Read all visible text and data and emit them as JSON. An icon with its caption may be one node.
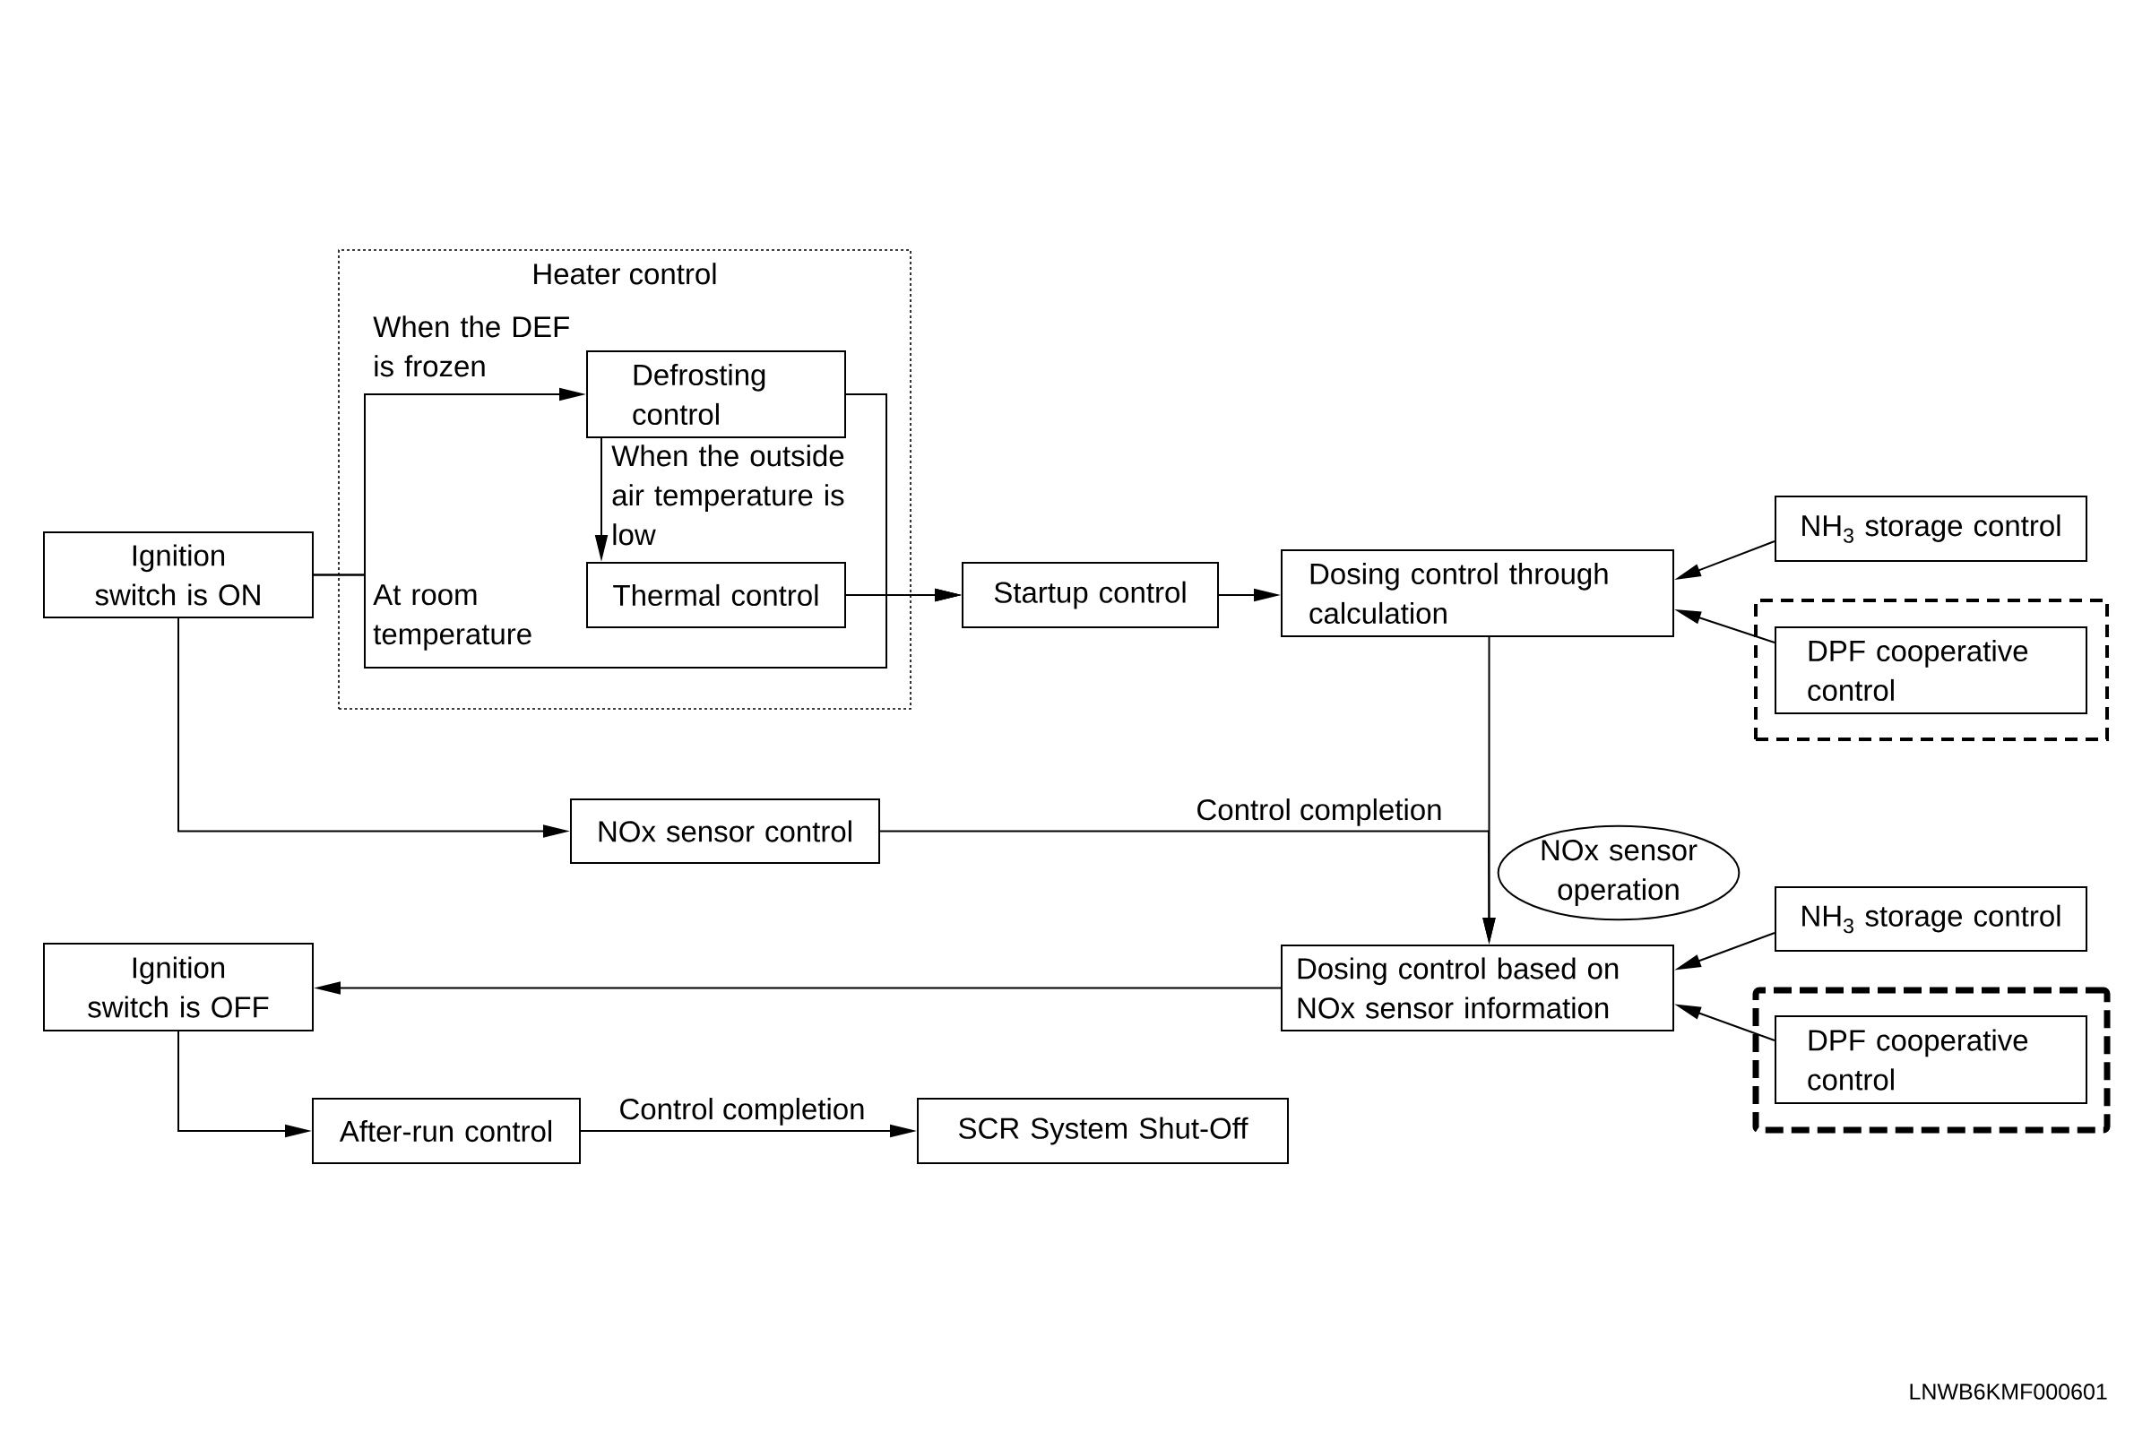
{
  "diagram": {
    "nodes": [
      {
        "text": [
          "Heater control"
        ]
      },
      {
        "text": [
          "Defrosting control"
        ],
        "in": 0
      },
      {
        "text": [
          "Thermal control"
        ],
        "in": 0
      },
      {
        "text": [
          "Ignition switch is ON"
        ]
      },
      {
        "text": [
          "Startup control"
        ]
      },
      {
        "text": [
          "Dosing control through calculation"
        ]
      },
      {
        "text": [
          "NH$_{3}$ storage control"
        ]
      },
      {
        "text": [],
        "shape": "box"
      },
      {
        "text": [
          "DPF cooperative control"
        ],
        "in": 7
      },
      {
        "text": [
          "NOx sensor control"
        ]
      },
      {
        "text": [
          "NOx sensor operation"
        ]
      },
      {
        "text": [
          "Ignition switch is OFF"
        ]
      },
      {
        "text": [
          "Dosing control based on NOx sensor information"
        ]
      },
      {
        "text": [
          "NH$_{3}$ storage control"
        ]
      },
      {
        "text": [],
        "shape": "box"
      },
      {
        "text": [
          "DPF cooperative control"
        ],
        "in": 14
      },
      {
        "text": [
          "After-run control"
        ]
      },
      {
        "text": [
          "SCR System Shut-Off"
        ]
      }
    ],
    "edges": [
      {
        "from": 3,
        "to": 1,
        "arrow": "to",
        "label": "When the DEF is frozen"
      },
      {
        "from": 1,
        "to": 2,
        "arrow": "to",
        "label": "When the outside air temperature is low"
      },
      {
        "from": 3,
        "to": 4,
        "arrow": "to",
        "label": "At room temperature"
      },
      {
        "from": 1,
        "to": 4,
        "arrow": "to"
      },
      {
        "from": 2,
        "to": 4,
        "arrow": "to"
      },
      {
        "from": 4,
        "to": 5,
        "arrow": "to"
      },
      {
        "from": 6,
        "to": 5,
        "arrow": "to"
      },
      {
        "from": 8,
        "to": 5,
        "arrow": "to"
      },
      {
        "from": 5,
        "to": 12,
        "arrow": "to"
      },
      {
        "from": 3,
        "to": 9,
        "arrow": "to"
      },
      {
        "from": 9,
        "to": 12,
        "arrow": "to",
        "label": "Control completion"
      },
      {
        "from": 12,
        "to": 11,
        "arrow": "to"
      },
      {
        "from": 13,
        "to": 12,
        "arrow": "to"
      },
      {
        "from": 15,
        "to": 12,
        "arrow": "to"
      },
      {
        "from": 11,
        "to": 16,
        "arrow": "to"
      },
      {
        "from": 16,
        "to": 17,
        "arrow": "to",
        "label": "Control completion"
      }
    ],
    "labels": [
      "LNWB6KMF000601"
    ]
  }
}
